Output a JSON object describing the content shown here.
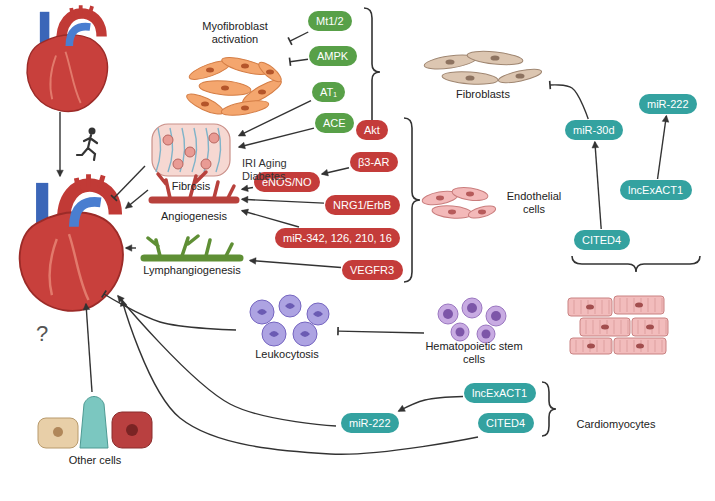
{
  "diagram": {
    "nodes": [
      {
        "text": [
          "Myofibroblast activation"
        ]
      },
      {
        "text": [
          "Mt1/2"
        ]
      },
      {
        "text": [
          "AMPK"
        ]
      },
      {
        "text": [
          "AT₁"
        ]
      },
      {
        "text": [
          "ACE"
        ]
      },
      {
        "text": [
          "Fibroblasts"
        ]
      },
      {
        "text": [
          "Fibrosis"
        ]
      },
      {
        "text": [
          "Akt"
        ]
      },
      {
        "text": [
          "β3-AR"
        ]
      },
      {
        "text": [
          "eNOS/NO"
        ]
      },
      {
        "text": [
          "NRG1/ErbB"
        ]
      },
      {
        "text": [
          "miR-342, 126, 210, 16"
        ]
      },
      {
        "text": [
          "VEGFR3"
        ]
      },
      {
        "text": [
          "Angiogenesis"
        ]
      },
      {
        "text": [
          "Lymphangiogenesis"
        ]
      },
      {
        "text": [
          "Endothelial cells"
        ]
      },
      {
        "text": [
          "miR-30d"
        ]
      },
      {
        "text": [
          "miR-222"
        ]
      },
      {
        "text": [
          "lncExACT1"
        ]
      },
      {
        "text": [
          "CITED4"
        ]
      },
      {
        "text": [
          "Cardiomyocytes"
        ]
      },
      {
        "text": [
          "Hematopoietic stem cells"
        ]
      },
      {
        "text": [
          "Leukocytosis"
        ]
      },
      {
        "text": [
          "lncExACT1"
        ]
      },
      {
        "text": [
          "CITED4"
        ]
      },
      {
        "text": [
          "miR-222"
        ]
      },
      {
        "text": [
          "Other cells"
        ]
      }
    ],
    "edges": [
      {
        "from": 1,
        "to": 0,
        "arrow": "to"
      },
      {
        "from": 2,
        "to": 0,
        "arrow": "to"
      },
      {
        "from": 3,
        "to": 6,
        "arrow": "to"
      },
      {
        "from": 4,
        "to": 6,
        "arrow": "to"
      },
      {
        "from": 8,
        "to": 9,
        "arrow": "to"
      },
      {
        "from": 9,
        "to": 13,
        "arrow": "to"
      },
      {
        "from": 10,
        "to": 13,
        "arrow": "to"
      },
      {
        "from": 11,
        "to": 13,
        "arrow": "to"
      },
      {
        "from": 12,
        "to": 14,
        "arrow": "to"
      },
      {
        "from": 19,
        "to": 16,
        "arrow": "to"
      },
      {
        "from": 18,
        "to": 17,
        "arrow": "to"
      },
      {
        "from": 16,
        "to": 5,
        "arrow": "to"
      },
      {
        "from": 21,
        "to": 22,
        "arrow": "to"
      },
      {
        "from": 23,
        "to": 25,
        "arrow": "to"
      }
    ],
    "labels": [
      "IRI Aging Diabetes",
      "?"
    ]
  }
}
